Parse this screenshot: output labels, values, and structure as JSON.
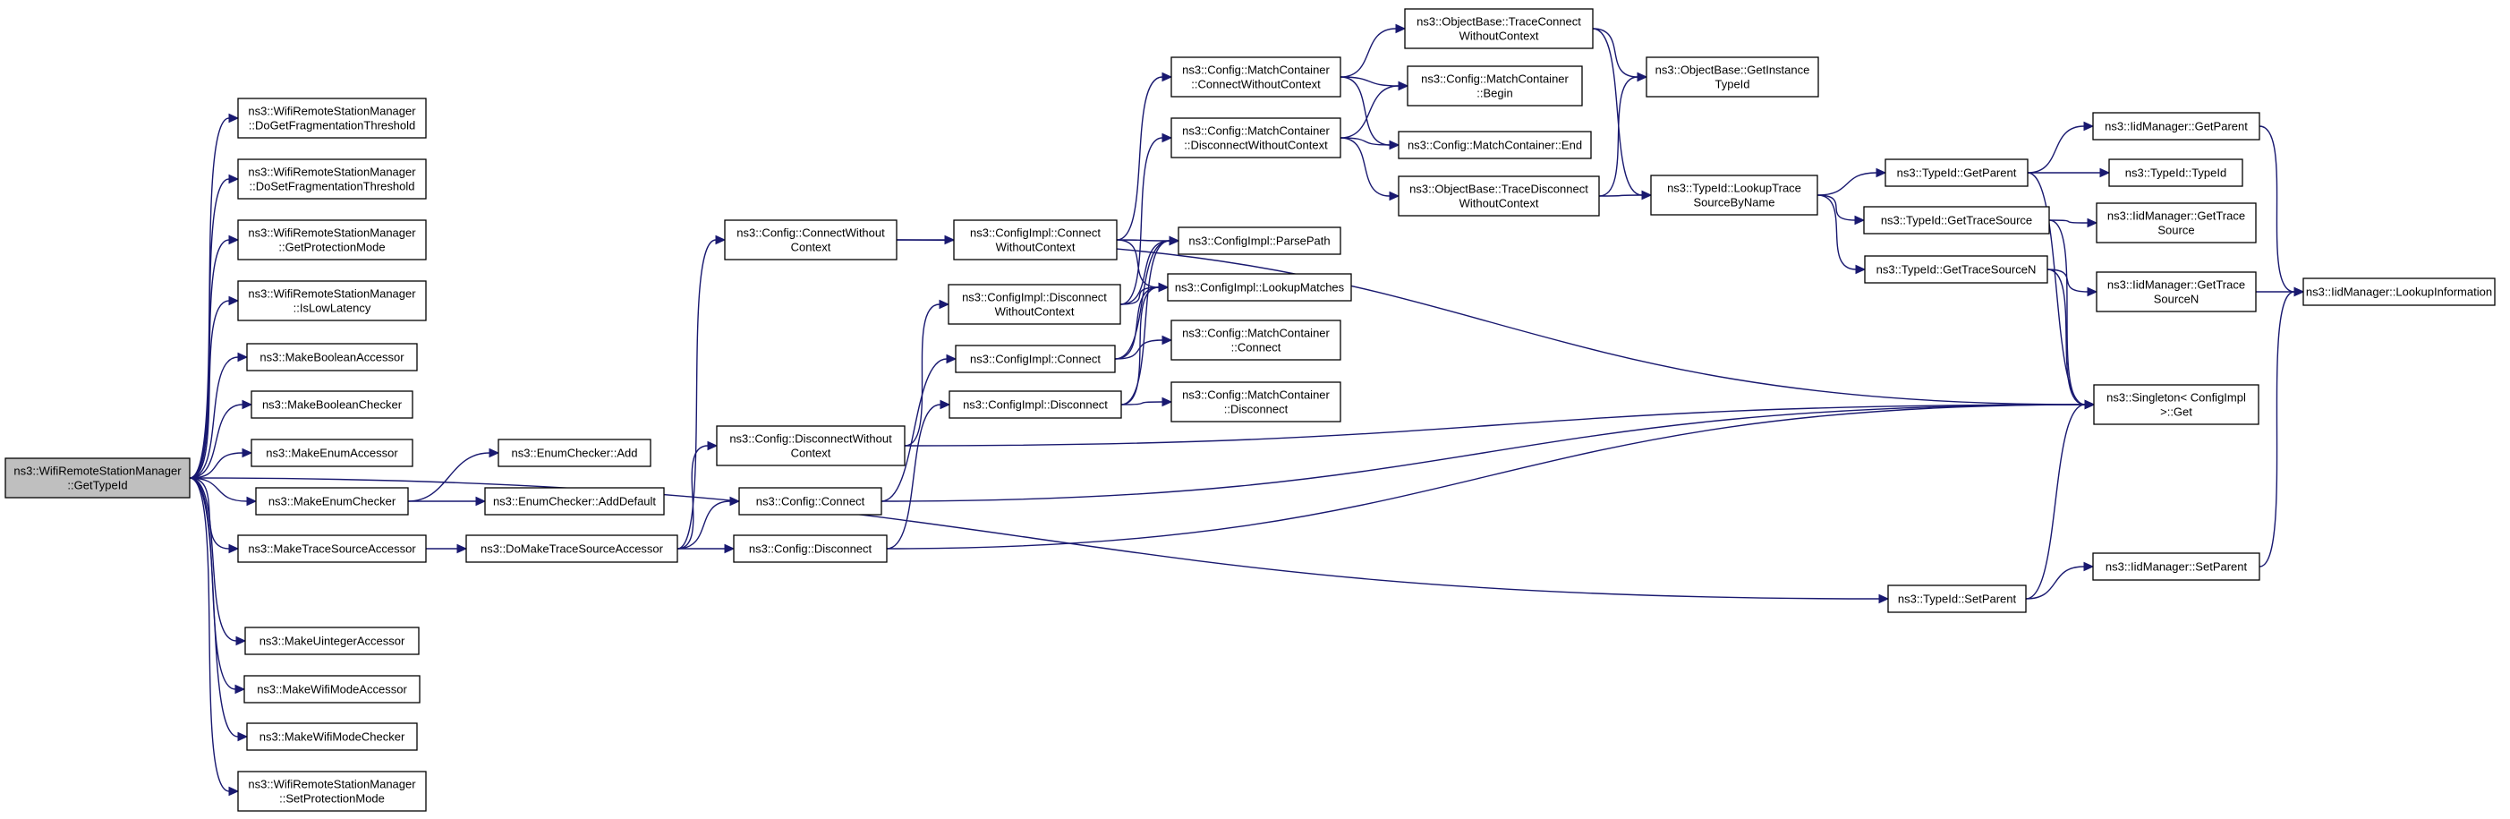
{
  "nodes": [
    {
      "id": "root",
      "lines": [
        "ns3::WifiRemoteStationManager",
        "::GetTypeId"
      ],
      "root": true
    },
    {
      "id": "doGetFrag",
      "lines": [
        "ns3::WifiRemoteStationManager",
        "::DoGetFragmentationThreshold"
      ]
    },
    {
      "id": "doSetFrag",
      "lines": [
        "ns3::WifiRemoteStationManager",
        "::DoSetFragmentationThreshold"
      ]
    },
    {
      "id": "getProt",
      "lines": [
        "ns3::WifiRemoteStationManager",
        "::GetProtectionMode"
      ]
    },
    {
      "id": "isLowLat",
      "lines": [
        "ns3::WifiRemoteStationManager",
        "::IsLowLatency"
      ]
    },
    {
      "id": "mkBoolAcc",
      "lines": [
        "ns3::MakeBooleanAccessor"
      ]
    },
    {
      "id": "mkBoolChk",
      "lines": [
        "ns3::MakeBooleanChecker"
      ]
    },
    {
      "id": "mkEnumAcc",
      "lines": [
        "ns3::MakeEnumAccessor"
      ]
    },
    {
      "id": "mkEnumChk",
      "lines": [
        "ns3::MakeEnumChecker"
      ]
    },
    {
      "id": "mkTraceAcc",
      "lines": [
        "ns3::MakeTraceSourceAccessor"
      ]
    },
    {
      "id": "mkUintAcc",
      "lines": [
        "ns3::MakeUintegerAccessor"
      ]
    },
    {
      "id": "mkWifiModeAcc",
      "lines": [
        "ns3::MakeWifiModeAccessor"
      ]
    },
    {
      "id": "mkWifiModeChk",
      "lines": [
        "ns3::MakeWifiModeChecker"
      ]
    },
    {
      "id": "setProt",
      "lines": [
        "ns3::WifiRemoteStationManager",
        "::SetProtectionMode"
      ]
    },
    {
      "id": "enumAdd",
      "lines": [
        "ns3::EnumChecker::Add"
      ]
    },
    {
      "id": "enumAddDef",
      "lines": [
        "ns3::EnumChecker::AddDefault"
      ]
    },
    {
      "id": "doMkTrace",
      "lines": [
        "ns3::DoMakeTraceSourceAccessor"
      ]
    },
    {
      "id": "cfgConnWoCtx",
      "lines": [
        "ns3::Config::ConnectWithout",
        "Context"
      ]
    },
    {
      "id": "cfgDiscWoCtx",
      "lines": [
        "ns3::Config::DisconnectWithout",
        "Context"
      ]
    },
    {
      "id": "cfgConnect",
      "lines": [
        "ns3::Config::Connect"
      ]
    },
    {
      "id": "cfgDisconnect",
      "lines": [
        "ns3::Config::Disconnect"
      ]
    },
    {
      "id": "implConnWoCtx",
      "lines": [
        "ns3::ConfigImpl::Connect",
        "WithoutContext"
      ]
    },
    {
      "id": "implDiscWoCtx",
      "lines": [
        "ns3::ConfigImpl::Disconnect",
        "WithoutContext"
      ]
    },
    {
      "id": "implConnect",
      "lines": [
        "ns3::ConfigImpl::Connect"
      ]
    },
    {
      "id": "implDisconnect",
      "lines": [
        "ns3::ConfigImpl::Disconnect"
      ]
    },
    {
      "id": "mcConnWoCtx",
      "lines": [
        "ns3::Config::MatchContainer",
        "::ConnectWithoutContext"
      ]
    },
    {
      "id": "mcDiscWoCtx",
      "lines": [
        "ns3::Config::MatchContainer",
        "::DisconnectWithoutContext"
      ]
    },
    {
      "id": "parsePath",
      "lines": [
        "ns3::ConfigImpl::ParsePath"
      ]
    },
    {
      "id": "lookupMatches",
      "lines": [
        "ns3::ConfigImpl::LookupMatches"
      ]
    },
    {
      "id": "mcConnect",
      "lines": [
        "ns3::Config::MatchContainer",
        "::Connect"
      ]
    },
    {
      "id": "mcDisconnect",
      "lines": [
        "ns3::Config::MatchContainer",
        "::Disconnect"
      ]
    },
    {
      "id": "obTraceConn",
      "lines": [
        "ns3::ObjectBase::TraceConnect",
        "WithoutContext"
      ]
    },
    {
      "id": "mcBegin",
      "lines": [
        "ns3::Config::MatchContainer",
        "::Begin"
      ]
    },
    {
      "id": "mcEnd",
      "lines": [
        "ns3::Config::MatchContainer::End"
      ]
    },
    {
      "id": "obTraceDisc",
      "lines": [
        "ns3::ObjectBase::TraceDisconnect",
        "WithoutContext"
      ]
    },
    {
      "id": "obGetInst",
      "lines": [
        "ns3::ObjectBase::GetInstance",
        "TypeId"
      ]
    },
    {
      "id": "tidLookup",
      "lines": [
        "ns3::TypeId::LookupTrace",
        "SourceByName"
      ]
    },
    {
      "id": "tidGetParent",
      "lines": [
        "ns3::TypeId::GetParent"
      ]
    },
    {
      "id": "tidGetTrace",
      "lines": [
        "ns3::TypeId::GetTraceSource"
      ]
    },
    {
      "id": "tidGetTraceN",
      "lines": [
        "ns3::TypeId::GetTraceSourceN"
      ]
    },
    {
      "id": "tidSetParent",
      "lines": [
        "ns3::TypeId::SetParent"
      ]
    },
    {
      "id": "iidGetParent",
      "lines": [
        "ns3::IidManager::GetParent"
      ]
    },
    {
      "id": "tidTypeId",
      "lines": [
        "ns3::TypeId::TypeId"
      ]
    },
    {
      "id": "iidGetTrace",
      "lines": [
        "ns3::IidManager::GetTrace",
        "Source"
      ]
    },
    {
      "id": "iidGetTraceN",
      "lines": [
        "ns3::IidManager::GetTrace",
        "SourceN"
      ]
    },
    {
      "id": "singletonGet",
      "lines": [
        "ns3::Singleton< ConfigImpl",
        ">::Get"
      ]
    },
    {
      "id": "iidSetParent",
      "lines": [
        "ns3::IidManager::SetParent"
      ]
    },
    {
      "id": "iidLookupInfo",
      "lines": [
        "ns3::IidManager::LookupInformation"
      ]
    }
  ],
  "edges": [
    [
      "root",
      "doGetFrag"
    ],
    [
      "root",
      "doSetFrag"
    ],
    [
      "root",
      "getProt"
    ],
    [
      "root",
      "isLowLat"
    ],
    [
      "root",
      "mkBoolAcc"
    ],
    [
      "root",
      "mkBoolChk"
    ],
    [
      "root",
      "mkEnumAcc"
    ],
    [
      "root",
      "mkEnumChk"
    ],
    [
      "root",
      "mkTraceAcc"
    ],
    [
      "root",
      "mkUintAcc"
    ],
    [
      "root",
      "mkWifiModeAcc"
    ],
    [
      "root",
      "mkWifiModeChk"
    ],
    [
      "root",
      "setProt"
    ],
    [
      "root",
      "tidSetParent"
    ],
    [
      "mkEnumChk",
      "enumAdd"
    ],
    [
      "mkEnumChk",
      "enumAddDef"
    ],
    [
      "mkTraceAcc",
      "doMkTrace"
    ],
    [
      "doMkTrace",
      "cfgConnWoCtx"
    ],
    [
      "doMkTrace",
      "cfgDiscWoCtx"
    ],
    [
      "doMkTrace",
      "cfgConnect"
    ],
    [
      "doMkTrace",
      "cfgDisconnect"
    ],
    [
      "cfgConnWoCtx",
      "implConnWoCtx"
    ],
    [
      "cfgConnWoCtx",
      "singletonGet"
    ],
    [
      "cfgDiscWoCtx",
      "implDiscWoCtx"
    ],
    [
      "cfgDiscWoCtx",
      "singletonGet"
    ],
    [
      "cfgConnect",
      "implConnect"
    ],
    [
      "cfgConnect",
      "singletonGet"
    ],
    [
      "cfgDisconnect",
      "implDisconnect"
    ],
    [
      "cfgDisconnect",
      "singletonGet"
    ],
    [
      "implConnWoCtx",
      "mcConnWoCtx"
    ],
    [
      "implConnWoCtx",
      "parsePath"
    ],
    [
      "implConnWoCtx",
      "lookupMatches"
    ],
    [
      "implDiscWoCtx",
      "mcDiscWoCtx"
    ],
    [
      "implDiscWoCtx",
      "parsePath"
    ],
    [
      "implDiscWoCtx",
      "lookupMatches"
    ],
    [
      "implConnect",
      "parsePath"
    ],
    [
      "implConnect",
      "lookupMatches"
    ],
    [
      "implConnect",
      "mcConnect"
    ],
    [
      "implDisconnect",
      "parsePath"
    ],
    [
      "implDisconnect",
      "lookupMatches"
    ],
    [
      "implDisconnect",
      "mcDisconnect"
    ],
    [
      "mcConnWoCtx",
      "obTraceConn"
    ],
    [
      "mcConnWoCtx",
      "mcBegin"
    ],
    [
      "mcConnWoCtx",
      "mcEnd"
    ],
    [
      "mcDiscWoCtx",
      "mcBegin"
    ],
    [
      "mcDiscWoCtx",
      "mcEnd"
    ],
    [
      "mcDiscWoCtx",
      "obTraceDisc"
    ],
    [
      "obTraceConn",
      "obGetInst"
    ],
    [
      "obTraceConn",
      "tidLookup"
    ],
    [
      "obTraceDisc",
      "obGetInst"
    ],
    [
      "obTraceDisc",
      "tidLookup"
    ],
    [
      "tidLookup",
      "tidGetParent"
    ],
    [
      "tidLookup",
      "tidGetTrace"
    ],
    [
      "tidLookup",
      "tidGetTraceN"
    ],
    [
      "tidGetParent",
      "iidGetParent"
    ],
    [
      "tidGetParent",
      "tidTypeId"
    ],
    [
      "tidGetParent",
      "singletonGet"
    ],
    [
      "tidGetTrace",
      "iidGetTrace"
    ],
    [
      "tidGetTrace",
      "singletonGet"
    ],
    [
      "tidGetTraceN",
      "iidGetTraceN"
    ],
    [
      "tidGetTraceN",
      "singletonGet"
    ],
    [
      "tidSetParent",
      "singletonGet"
    ],
    [
      "tidSetParent",
      "iidSetParent"
    ],
    [
      "iidGetParent",
      "iidLookupInfo"
    ],
    [
      "iidGetTraceN",
      "iidLookupInfo"
    ],
    [
      "iidSetParent",
      "iidLookupInfo"
    ]
  ],
  "colors": {
    "edge": "#191970",
    "root_fill": "#bfbfbf",
    "node_fill": "#ffffff"
  }
}
